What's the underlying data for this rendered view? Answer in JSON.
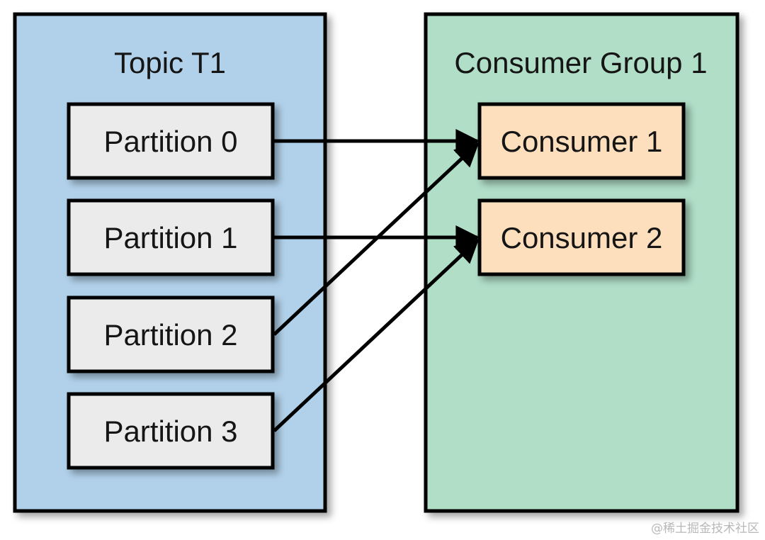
{
  "topic": {
    "title": "Topic T1",
    "color": "#b1d1ea",
    "partitions": [
      "Partition 0",
      "Partition 1",
      "Partition 2",
      "Partition 3"
    ],
    "partition_color": "#ebebeb"
  },
  "consumer_group": {
    "title": "Consumer Group 1",
    "color": "#b0dec7",
    "consumers": [
      "Consumer 1",
      "Consumer 2"
    ],
    "consumer_color": "#fddfbe"
  },
  "assignments": [
    {
      "from": "Partition 0",
      "to": "Consumer 1"
    },
    {
      "from": "Partition 1",
      "to": "Consumer 2"
    },
    {
      "from": "Partition 2",
      "to": "Consumer 1"
    },
    {
      "from": "Partition 3",
      "to": "Consumer 2"
    }
  ],
  "watermark": "@稀土掘金技术社区"
}
